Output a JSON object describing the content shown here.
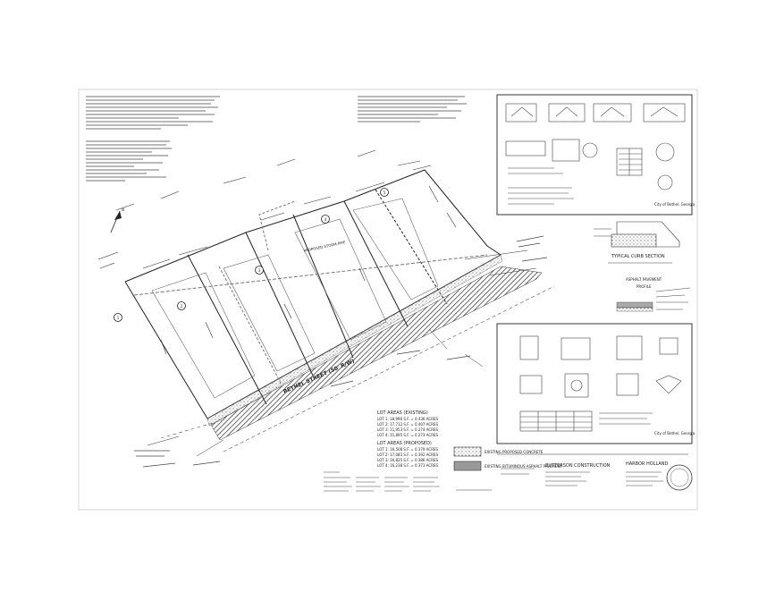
{
  "colors": {
    "ink": "#222222",
    "hatch": "#555555",
    "paper": "#ffffff"
  },
  "lots": [
    {
      "number": "1"
    },
    {
      "number": "2"
    },
    {
      "number": "3"
    },
    {
      "number": "4"
    },
    {
      "number": "5"
    }
  ],
  "street_name": "BETHEL STREET (50' R/W)",
  "lot_area_existing": {
    "heading": "LOT AREAS (EXISTING)",
    "rows": [
      "LOT 1: 18,990 S.F. = 0.436 ACRES",
      "LOT 2: 17,712 S.F. = 0.407 ACRES",
      "LOT 3: 11,953 S.F. = 0.274 ACRES",
      "LOT 4: 11,895 S.F. = 0.273 ACRES"
    ]
  },
  "lot_area_proposed": {
    "heading": "LOT AREAS (PROPOSED)",
    "rows": [
      "LOT 1: 16,508 S.F. = 0.379 ACRES",
      "LOT 2: 17,083 S.F. = 0.392 ACRES",
      "LOT 3: 16,825 S.F. = 0.386 ACRES",
      "LOT 4: 16,238 S.F. = 0.373 ACRES"
    ]
  },
  "proposed_storm": "PROPOSED STORM PIPE",
  "legend": [
    {
      "label": "EXISTING PROPOSED CONCRETE"
    },
    {
      "label": "EXISTING BITUMINOUS ASPHALT PAVEMENT"
    }
  ],
  "panels": {
    "top_right_caption": "City of Bethel, Georgia",
    "bottom_right_caption": "City of Bethel, Georgia",
    "curb_title": "TYPICAL CURB SECTION",
    "asphalt_title": "ASPHALT PAVEMENT",
    "asphalt_sub": "PROFILE"
  },
  "title_block": {
    "contractor": "BUTTERSON CONSTRUCTION",
    "engineer": "HARBOR HOLLAND"
  },
  "compass": {
    "label": "N"
  }
}
